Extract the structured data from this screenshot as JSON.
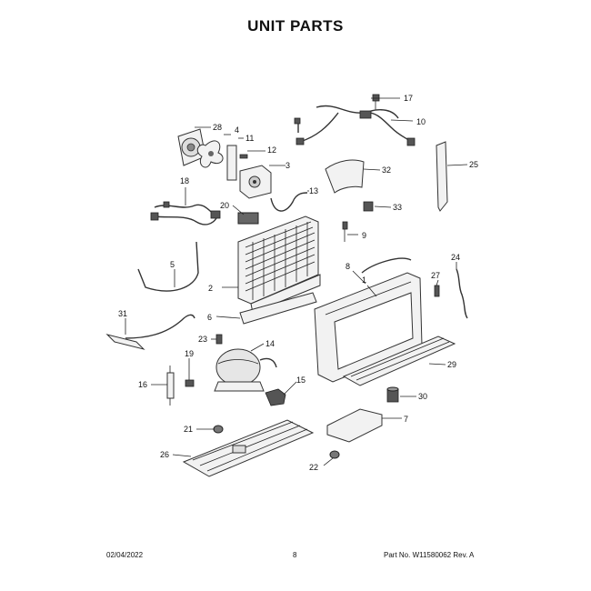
{
  "title": "UNIT  PARTS",
  "footer": {
    "date": "02/04/2022",
    "page": "8",
    "part_no": "Part No.  W11580062  Rev.  A"
  },
  "callouts": {
    "c1": "1",
    "c2": "2",
    "c3": "3",
    "c4": "4",
    "c5": "5",
    "c6": "6",
    "c7": "7",
    "c8": "8",
    "c9": "9",
    "c10": "10",
    "c11": "11",
    "c12": "12",
    "c13": "13",
    "c14": "14",
    "c15": "15",
    "c16": "16",
    "c17": "17",
    "c18": "18",
    "c19": "19",
    "c20": "20",
    "c21": "21",
    "c22": "22",
    "c23": "23",
    "c24": "24",
    "c25": "25",
    "c26": "26",
    "c27": "27",
    "c28": "28",
    "c29": "29",
    "c30": "30",
    "c31": "31",
    "c32": "32",
    "c33": "33"
  }
}
